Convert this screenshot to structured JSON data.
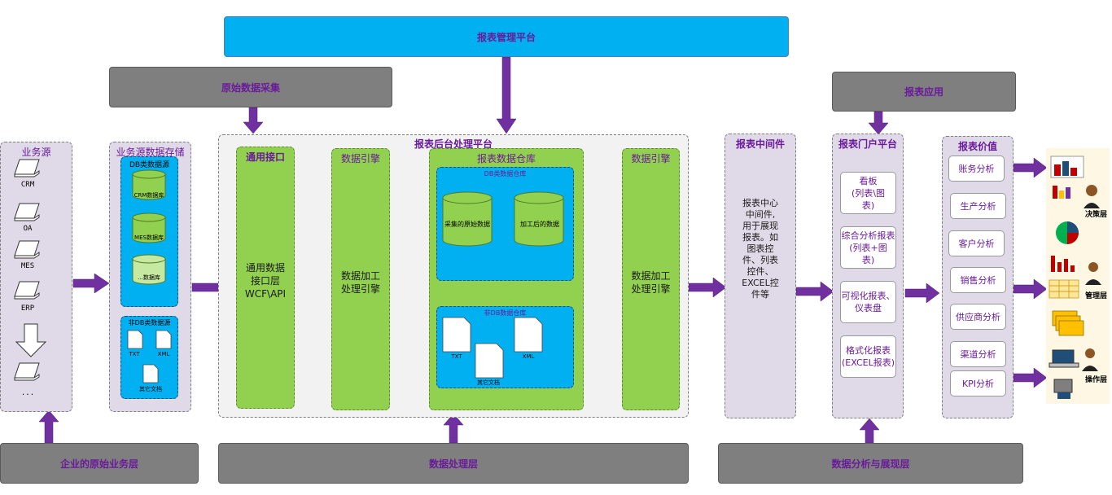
{
  "top": {
    "management_platform": "报表管理平台",
    "raw_collection": "原始数据采集",
    "report_application": "报表应用"
  },
  "business_source": {
    "title": "业务源",
    "items": [
      "CRM",
      "OA",
      "MES",
      "ERP",
      "..."
    ]
  },
  "source_storage": {
    "title": "业务源数据存储",
    "db_title": "DB类数据源",
    "db_items": [
      "CRM数据库",
      "MES数据库",
      "...数据库"
    ],
    "nondb_title": "非DB类数据源",
    "nondb_items": [
      "TXT",
      "XML",
      "其它文档"
    ]
  },
  "backend": {
    "title": "报表后台处理平台",
    "interface": {
      "title": "通用接口",
      "text": "通用数据\n接口层\nWCF\\API"
    },
    "engine1": {
      "title": "数据引擎",
      "text": "数据加工\n处理引擎"
    },
    "warehouse": {
      "title": "报表数据仓库",
      "db_title": "DB类数据仓库",
      "db_items": [
        "采集的原始数据",
        "加工后的数据"
      ],
      "nondb_title": "非DB数据仓库",
      "nondb_items": [
        "TXT",
        "XML",
        "其它文档"
      ]
    },
    "engine2": {
      "title": "数据引擎",
      "text": "数据加工\n处理引擎"
    }
  },
  "middleware": {
    "title": "报表中间件",
    "text": "报表中心\n中间件,\n用于展现\n报表。如\n图表控\n件、列表\n控件、\nEXCEL控\n件等"
  },
  "portal": {
    "title": "报表门户平台",
    "items": [
      "看板\n(列表\\图\n表)",
      "综合分析报表\n(列表+图\n表)",
      "可视化报表、\n仪表盘",
      "格式化报表\n(EXCEL报表)"
    ]
  },
  "value": {
    "title": "报表价值",
    "items": [
      "账务分析",
      "生产分析",
      "客户分析",
      "销售分析",
      "供应商分析",
      "渠道分析",
      "KPI分析"
    ]
  },
  "layers_right": [
    "决策层",
    "管理层",
    "操作层"
  ],
  "bottom": {
    "business_layer": "企业的原始业务层",
    "processing_layer": "数据处理层",
    "analysis_layer": "数据分析与展现层"
  },
  "colors": {
    "arrow": "#7030a0",
    "green": "#92d050",
    "blue": "#00b0f0",
    "grey": "#7f7f7f",
    "lavender": "#e0dae8"
  }
}
